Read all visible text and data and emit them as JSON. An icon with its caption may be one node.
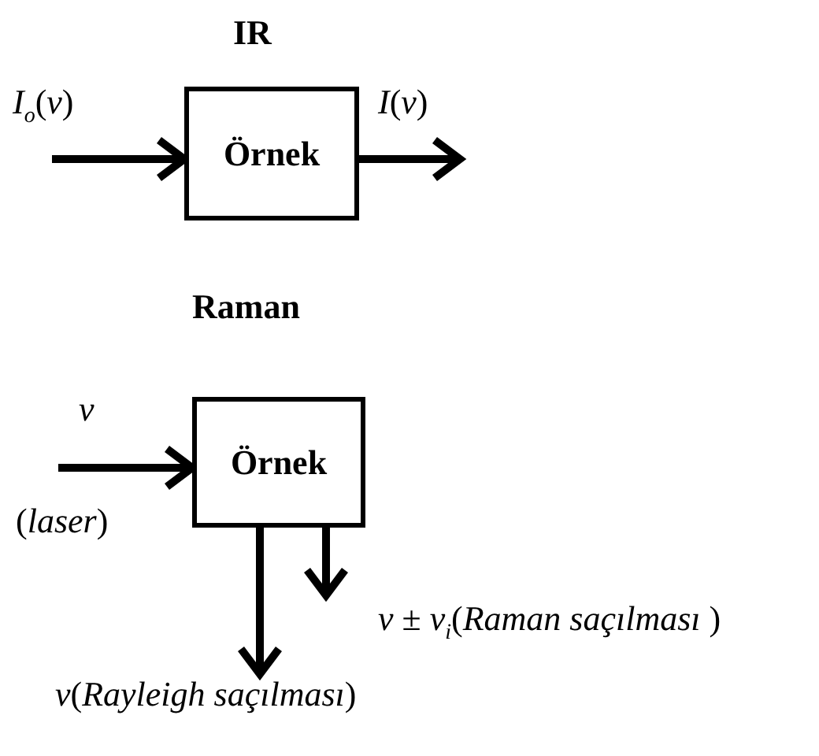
{
  "diagram": {
    "nodes": [
      {
        "text": [
          "Örnek"
        ]
      },
      {
        "text": [
          "Örnek"
        ]
      }
    ],
    "edges": [
      {
        "from": null,
        "to": 0,
        "arrow": "to",
        "label": "*I*$_{o}$(*ν*)"
      },
      {
        "from": 0,
        "to": null,
        "arrow": "to",
        "label": "*I*(*ν*)"
      },
      {
        "from": null,
        "to": 1,
        "arrow": "to",
        "label": "*ν*"
      },
      {
        "from": 1,
        "to": null,
        "arrow": "to",
        "label": "*ν*(*Rayleigh saçılması*)"
      },
      {
        "from": 1,
        "to": null,
        "arrow": "to",
        "label": "*ν* ± *ν*$_{i}$(*Raman saçılması* )"
      }
    ],
    "labels": [
      "IR",
      "Raman",
      "(*laser*)"
    ]
  }
}
